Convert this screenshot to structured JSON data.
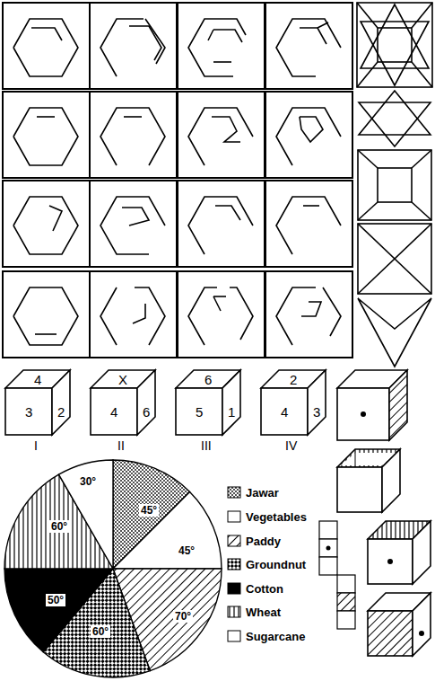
{
  "diagram": {
    "labels": [
      "4",
      "3",
      "2",
      "X",
      "4",
      "6",
      "6",
      "5",
      "1",
      "2",
      "4",
      "3",
      "I",
      "II",
      "III",
      "IV",
      "45°",
      "45°",
      "70°",
      "60°",
      "50°",
      "60°",
      "30°"
    ],
    "legend": [
      {
        "text": "Jawar"
      },
      {
        "text": "Vegetables",
        "color": "#ffffff"
      },
      {
        "text": "Paddy"
      },
      {
        "text": "Groundnut"
      },
      {
        "text": "Cotton",
        "color": "#000000"
      },
      {
        "text": "Wheat"
      },
      {
        "text": "Sugarcane",
        "color": "#ffffff"
      }
    ]
  }
}
